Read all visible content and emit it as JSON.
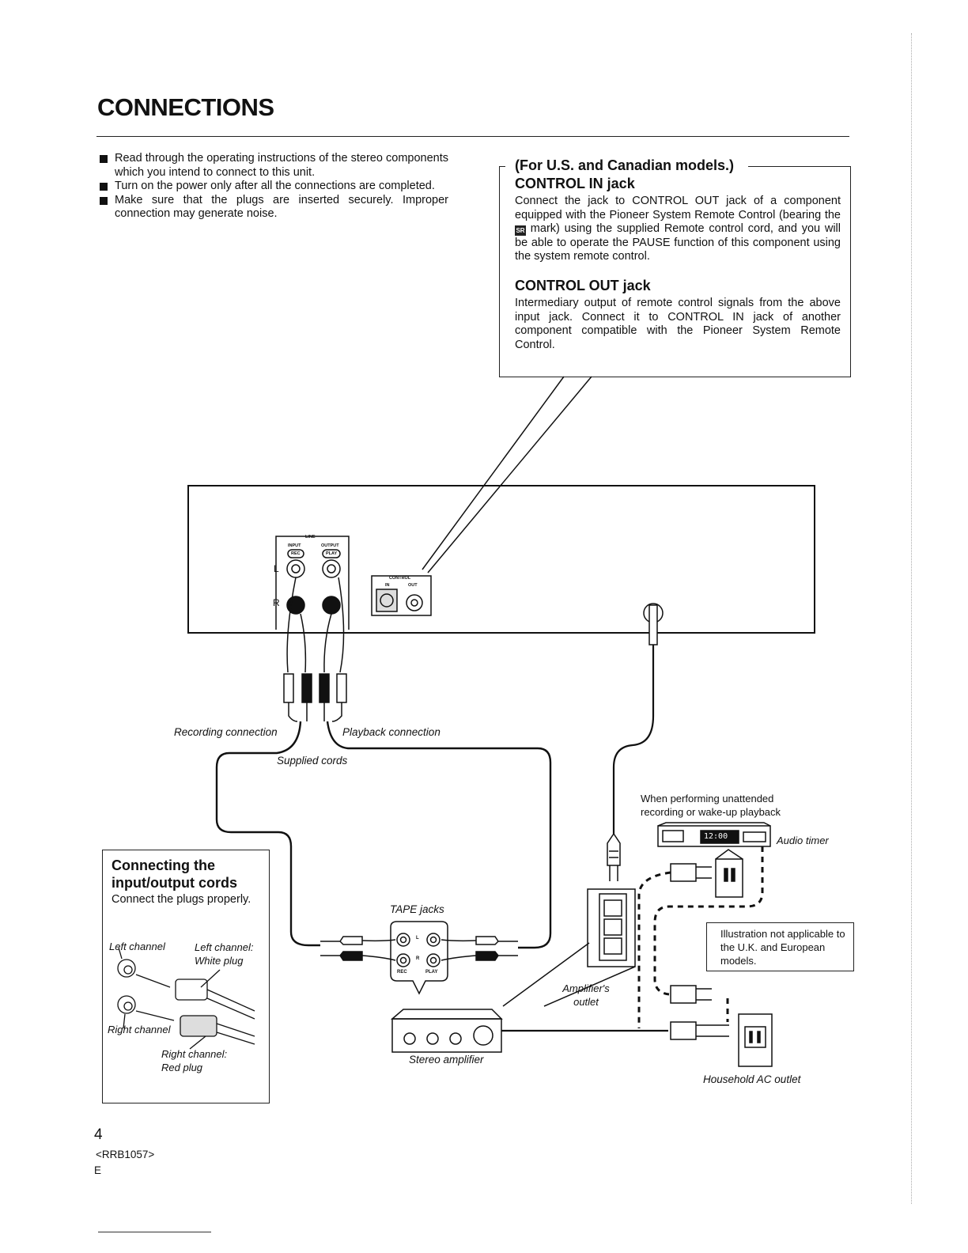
{
  "page": {
    "title": "CONNECTIONS",
    "bullets": [
      "Read through the operating instructions of the stereo components which you intend to connect to this unit.",
      "Turn on the power only after all the connections are completed.",
      "Make sure that the plugs are inserted securely. Improper connection may generate noise."
    ]
  },
  "info_box": {
    "subtitle": "(For U.S. and Canadian models.)",
    "control_in_heading": "CONTROL IN jack",
    "control_in_text_1": "Connect the jack to CONTROL OUT jack of a component equipped with the Pioneer System Remote Control (bearing the",
    "sr_mark": "SR",
    "control_in_text_2": "mark) using the supplied Remote control cord, and you will be able to operate the PAUSE function of this component using the system remote control.",
    "control_out_heading": "CONTROL OUT jack",
    "control_out_text": "Intermediary output of remote control signals from the above input jack. Connect it to CONTROL IN jack of another component compatible with the Pioneer System Remote Control."
  },
  "panel": {
    "line_label": "LINE",
    "input_label": "INPUT",
    "output_label": "OUTPUT",
    "rec_label": "REC",
    "play_label": "PLAY",
    "l_label": "L",
    "r_label": "R",
    "control_label": "CONTROL",
    "in_label": "IN",
    "out_label": "OUT"
  },
  "diagram_labels": {
    "recording_connection": "Recording connection",
    "playback_connection": "Playback connection",
    "supplied_cords": "Supplied cords",
    "unattended": "When performing unattended recording or wake-up playback",
    "audio_timer": "Audio timer",
    "timer_display": "12:00",
    "tape_jacks": "TAPE jacks",
    "tape_l": "L",
    "tape_r": "R",
    "tape_rec": "REC",
    "tape_play": "PLAY",
    "amplifiers_outlet": "Amplifier's outlet",
    "stereo_amplifier": "Stereo amplifier",
    "household_ac_outlet": "Household AC outlet",
    "note": "Illustration not applicable to the U.K. and European models."
  },
  "guide_box": {
    "heading": "Connecting the input/output cords",
    "subtext": "Connect the plugs properly.",
    "left_channel": "Left channel",
    "left_channel_plug": "Left channel: White plug",
    "right_channel": "Right channel",
    "right_channel_plug": "Right channel: Red plug"
  },
  "footer": {
    "page_number": "4",
    "code": "<RRB1057>",
    "region": "E"
  }
}
